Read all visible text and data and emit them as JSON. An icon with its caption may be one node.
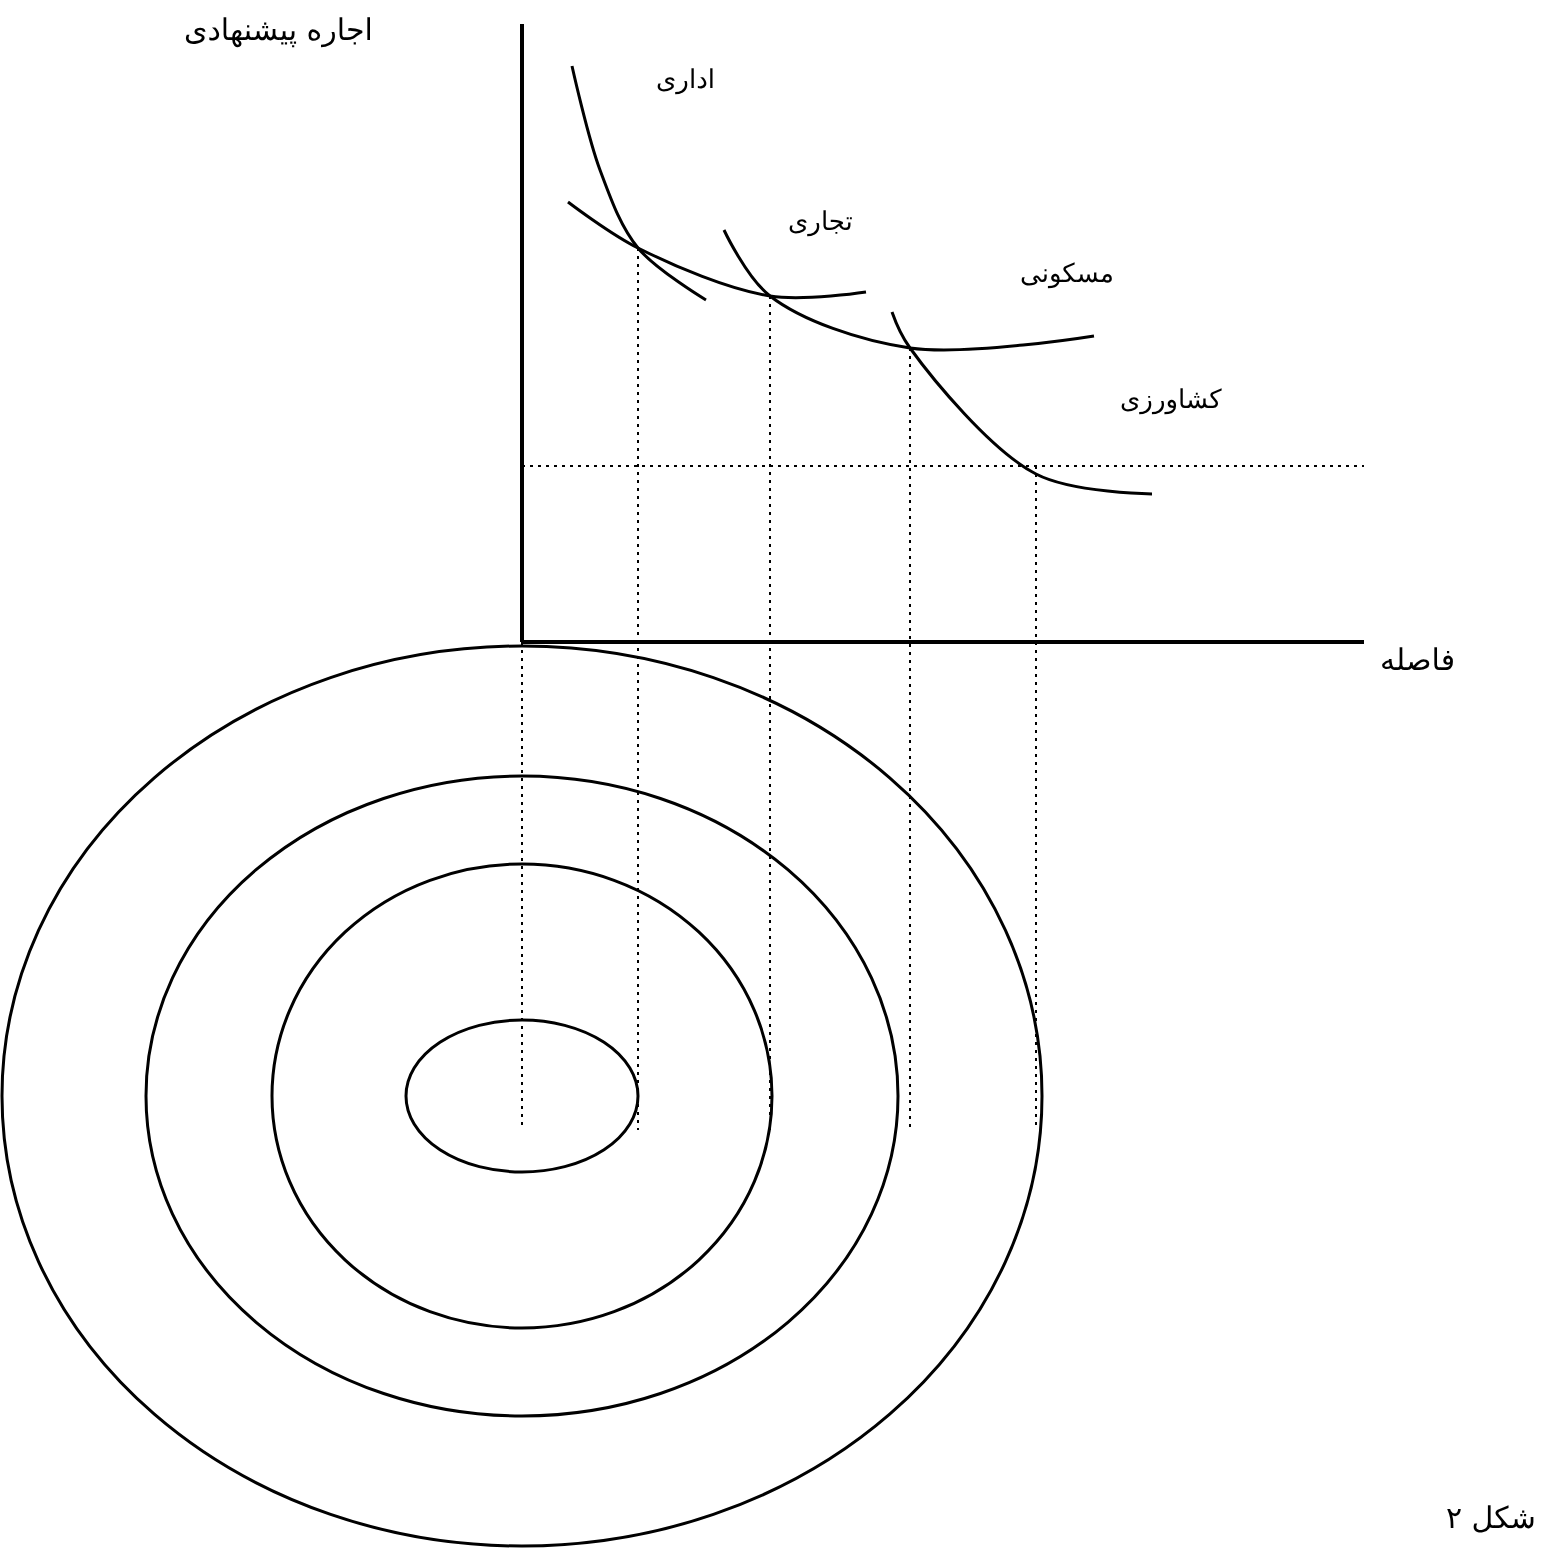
{
  "diagram": {
    "caption": "شکل ۲",
    "labels": [
      "اجاره پیشنهادی",
      "اداری",
      "تجاری",
      "مسکونی",
      "کشاورزی",
      "فاصله"
    ]
  }
}
